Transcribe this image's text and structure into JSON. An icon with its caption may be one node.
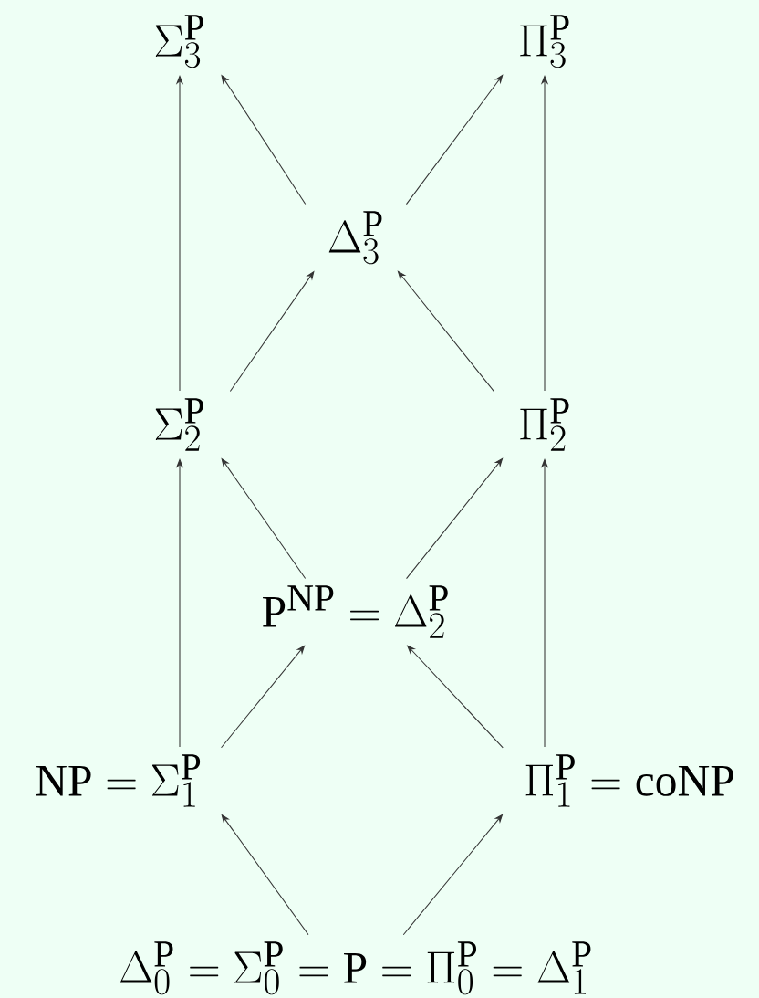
{
  "diagram": {
    "nodes": [
      {
        "text": [
          "\\Sigma_3^{\\mathrm{P}}"
        ]
      },
      {
        "text": [
          "\\Pi_3^{\\mathrm{P}}"
        ]
      },
      {
        "text": [
          "\\Delta_3^{\\mathrm{P}}"
        ]
      },
      {
        "text": [
          "\\Sigma_2^{\\mathrm{P}}"
        ]
      },
      {
        "text": [
          "\\Pi_2^{\\mathrm{P}}"
        ]
      },
      {
        "text": [
          "\\mathrm{P}^{\\mathrm{NP}} = \\Delta_2^{\\mathrm{P}}"
        ]
      },
      {
        "text": [
          "\\mathrm{NP} = \\Sigma_1^{\\mathrm{P}}"
        ]
      },
      {
        "text": [
          "\\Pi_1^{\\mathrm{P}} = \\mathrm{coNP}"
        ]
      },
      {
        "text": [
          "\\Delta_0^{\\mathrm{P}} = \\Sigma_0^{\\mathrm{P}} = \\mathrm{P} = \\Pi_0^{\\mathrm{P}} = \\Delta_1^{\\mathrm{P}}"
        ]
      }
    ],
    "edges": [
      {
        "from": 3,
        "to": 0,
        "arrow": "to"
      },
      {
        "from": 2,
        "to": 0,
        "arrow": "to"
      },
      {
        "from": 2,
        "to": 1,
        "arrow": "to"
      },
      {
        "from": 4,
        "to": 1,
        "arrow": "to"
      },
      {
        "from": 3,
        "to": 2,
        "arrow": "to"
      },
      {
        "from": 4,
        "to": 2,
        "arrow": "to"
      },
      {
        "from": 6,
        "to": 3,
        "arrow": "to"
      },
      {
        "from": 5,
        "to": 3,
        "arrow": "to"
      },
      {
        "from": 5,
        "to": 4,
        "arrow": "to"
      },
      {
        "from": 7,
        "to": 4,
        "arrow": "to"
      },
      {
        "from": 6,
        "to": 5,
        "arrow": "to"
      },
      {
        "from": 7,
        "to": 5,
        "arrow": "to"
      },
      {
        "from": 8,
        "to": 6,
        "arrow": "to"
      },
      {
        "from": 8,
        "to": 7,
        "arrow": "to"
      }
    ]
  }
}
